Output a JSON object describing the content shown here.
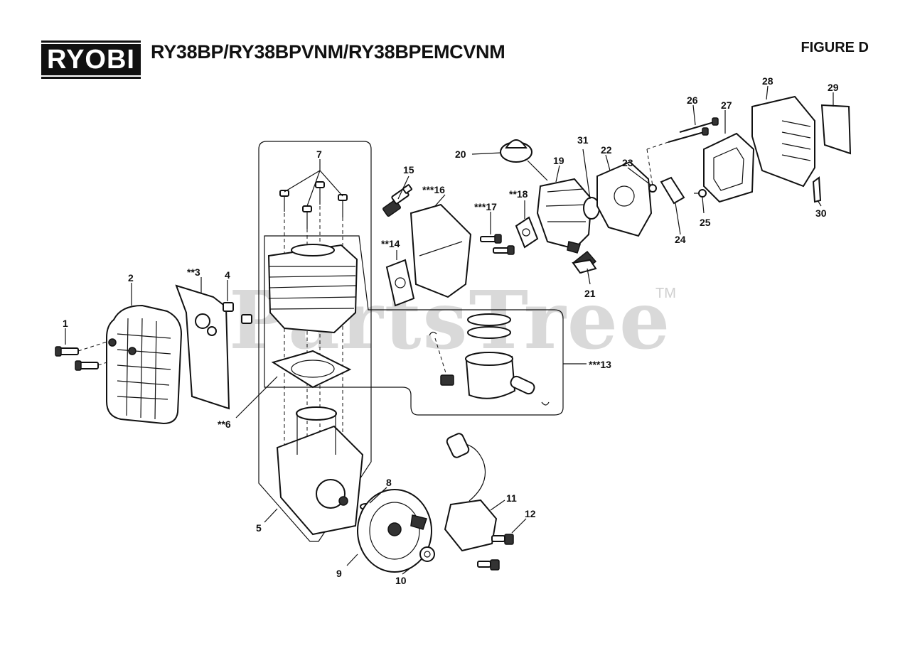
{
  "header": {
    "brand": "RYOBI",
    "title": "RY38BP/RY38BPVNM/RY38BPEMCVNM",
    "figure_label": "FIGURE D"
  },
  "watermark": {
    "text": "PartsTree",
    "tm": "TM"
  },
  "callouts": [
    {
      "id": "1",
      "label": "1"
    },
    {
      "id": "2",
      "label": "2"
    },
    {
      "id": "3",
      "label": "**3"
    },
    {
      "id": "4",
      "label": "4"
    },
    {
      "id": "5",
      "label": "5"
    },
    {
      "id": "6",
      "label": "**6"
    },
    {
      "id": "7",
      "label": "7"
    },
    {
      "id": "8",
      "label": "8"
    },
    {
      "id": "9",
      "label": "9"
    },
    {
      "id": "10",
      "label": "10"
    },
    {
      "id": "11",
      "label": "11"
    },
    {
      "id": "12",
      "label": "12"
    },
    {
      "id": "13",
      "label": "***13"
    },
    {
      "id": "14",
      "label": "**14"
    },
    {
      "id": "15",
      "label": "15"
    },
    {
      "id": "16",
      "label": "***16"
    },
    {
      "id": "17",
      "label": "***17"
    },
    {
      "id": "18",
      "label": "**18"
    },
    {
      "id": "19",
      "label": "19"
    },
    {
      "id": "20",
      "label": "20"
    },
    {
      "id": "21",
      "label": "21"
    },
    {
      "id": "22",
      "label": "22"
    },
    {
      "id": "23",
      "label": "23"
    },
    {
      "id": "24",
      "label": "24"
    },
    {
      "id": "25",
      "label": "25"
    },
    {
      "id": "26",
      "label": "26"
    },
    {
      "id": "27",
      "label": "27"
    },
    {
      "id": "28",
      "label": "28"
    },
    {
      "id": "29",
      "label": "29"
    },
    {
      "id": "30",
      "label": "30"
    },
    {
      "id": "31",
      "label": "31"
    }
  ]
}
